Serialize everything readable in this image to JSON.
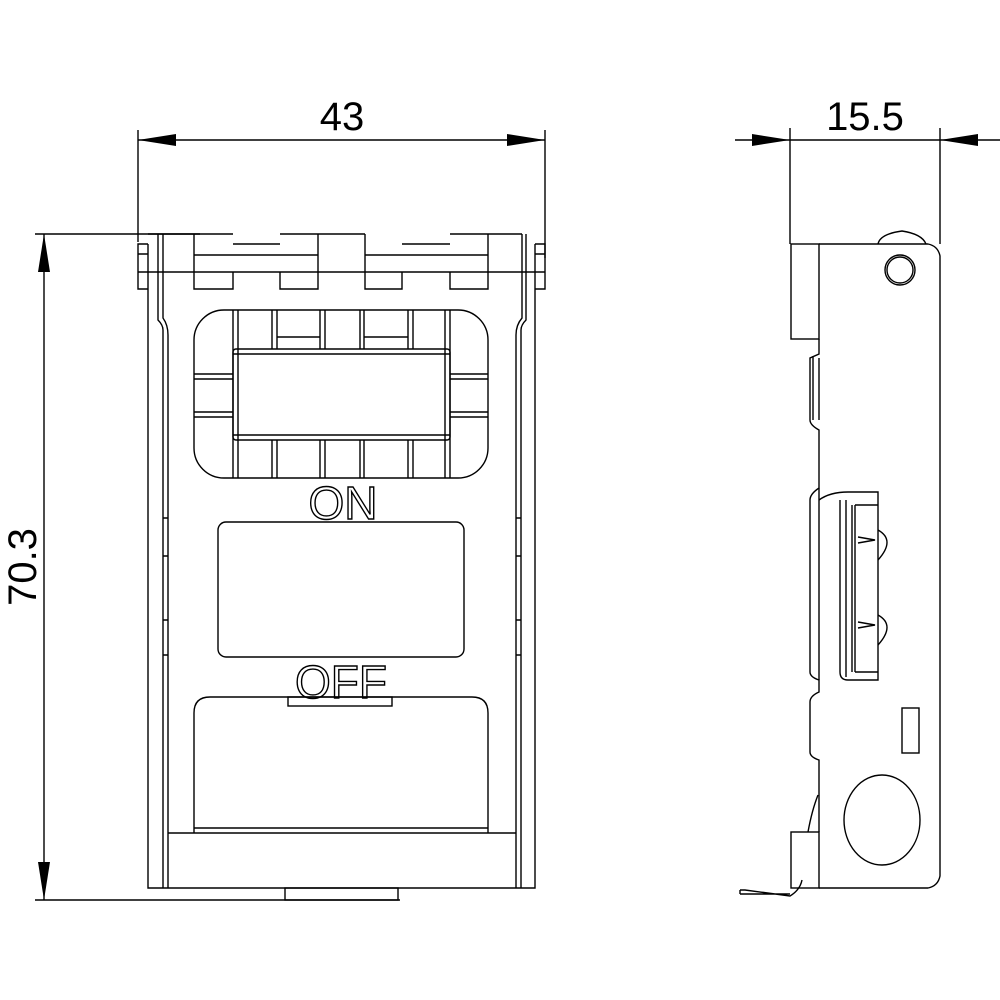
{
  "dimensions": {
    "width": "43",
    "height": "70.3",
    "depth": "15.5"
  },
  "labels": {
    "on": "ON",
    "off": "OFF"
  },
  "colors": {
    "line": "#000000",
    "background": "#ffffff"
  }
}
